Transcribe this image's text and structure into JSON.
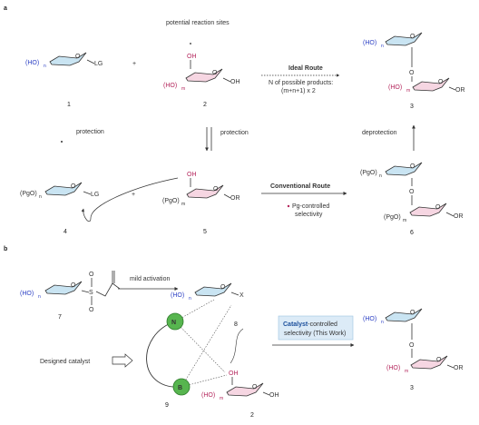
{
  "panel_a": {
    "label": "a",
    "potential_sites_label": "potential reaction sites",
    "ideal_route_label": "Ideal Route",
    "products_line1": "N of possible products:",
    "products_line2": "(m+n+1) x 2",
    "protection_left": "protection",
    "protection_mid": "protection",
    "deprotection": "deprotection",
    "conventional_route_label": "Conventional Route",
    "pg_line1": "Pg-controlled",
    "pg_line2": "selectivity",
    "plus1": "+",
    "plus2": "+",
    "compounds": {
      "c1": {
        "number": "1",
        "ho": "(HO)",
        "sub": "n",
        "leaving": "LG"
      },
      "c2": {
        "number": "2",
        "oh_top": "OH",
        "ho": "(HO)",
        "sub": "m",
        "oh": "OH"
      },
      "c3": {
        "number": "3",
        "ho_top": "(HO)",
        "sub_top": "n",
        "ho_bot": "(HO)",
        "sub_bot": "m",
        "or": "OR"
      },
      "c4": {
        "number": "4",
        "pgo": "(PgO)",
        "sub": "n",
        "leaving": "LG"
      },
      "c5": {
        "number": "5",
        "oh_top": "OH",
        "pgo": "(PgO)",
        "sub": "m",
        "or": "OR"
      },
      "c6": {
        "number": "6",
        "pgo_top": "(PgO)",
        "sub_top": "n",
        "pgo_bot": "(PgO)",
        "sub_bot": "m",
        "or": "OR"
      }
    },
    "ring_letter": "O"
  },
  "panel_b": {
    "label": "b",
    "mild_activation": "mild activation",
    "designed_catalyst": "Designed catalyst",
    "catalyst_box_line1_bold": "Catalyst",
    "catalyst_box_line1_rest": "-controlled",
    "catalyst_box_line2": "selectivity (This Work)",
    "atom_n": "N",
    "atom_b": "B",
    "compounds": {
      "c7": {
        "number": "7",
        "ho": "(HO)",
        "sub": "n",
        "s": "S",
        "o1": "O",
        "o2": "O"
      },
      "c8": {
        "number": "8",
        "ho": "(HO)",
        "sub": "n",
        "x": "X"
      },
      "c9": {
        "number": "9"
      },
      "c2b": {
        "number": "2",
        "oh_top": "OH",
        "ho": "(HO)",
        "sub": "m",
        "oh": "OH"
      },
      "c3b": {
        "number": "3",
        "ho_top": "(HO)",
        "sub_top": "n",
        "ho_bot": "(HO)",
        "sub_bot": "m",
        "or": "OR"
      }
    }
  },
  "colors": {
    "blue_ring": "#c9e4f2",
    "pink_ring": "#f6d6e2",
    "blue_text": "#2b3fc4",
    "pink_text": "#b4265c",
    "green_atom": "#57b54f",
    "catalyst_box": "#dcebf7"
  }
}
